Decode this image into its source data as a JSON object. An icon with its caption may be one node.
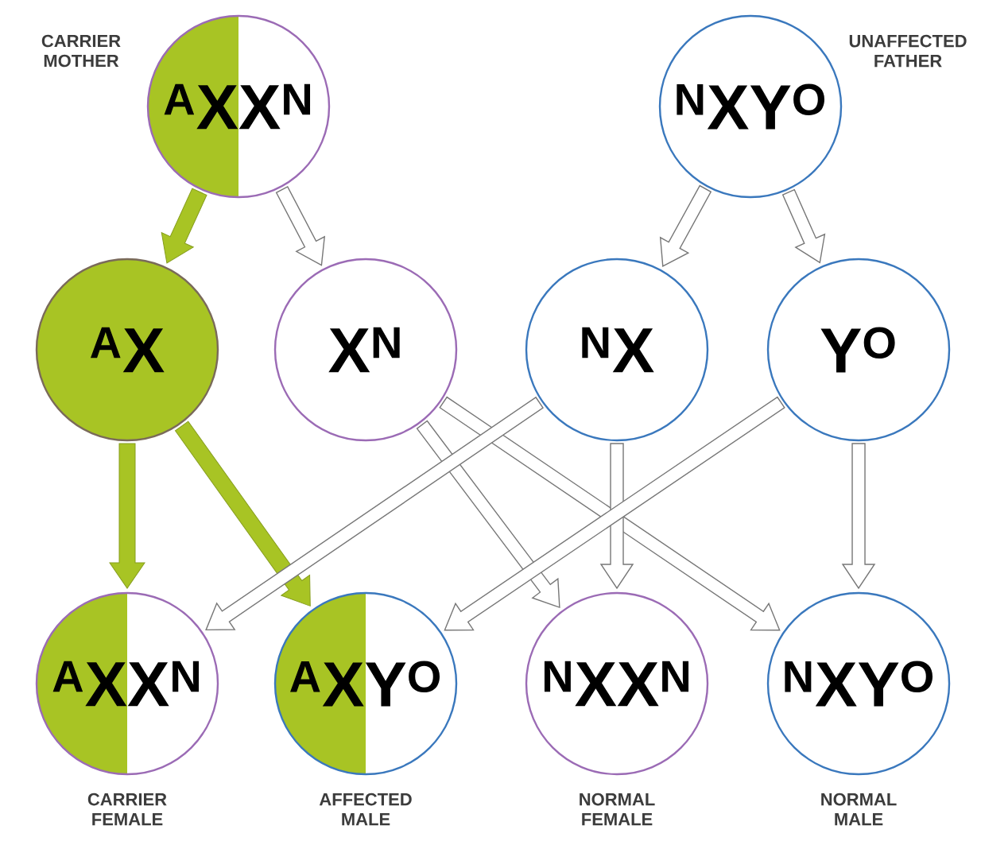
{
  "diagram": {
    "nodes": [
      {
        "text": [
          "$^{A}$XX$^{N}$"
        ],
        "beside": [
          "CARRIER MOTHER"
        ]
      },
      {
        "text": [
          "$^{N}$XY$^{O}$"
        ],
        "beside": [
          "UNAFFECTED FATHER"
        ]
      },
      {
        "text": [
          "$^{A}$X"
        ]
      },
      {
        "text": [
          "X$^{N}$"
        ]
      },
      {
        "text": [
          "$^{N}$X"
        ]
      },
      {
        "text": [
          "Y$^{O}$"
        ]
      },
      {
        "text": [
          "$^{A}$XX$^{N}$"
        ],
        "beside": [
          "CARRIER FEMALE"
        ]
      },
      {
        "text": [
          "$^{A}$XY$^{O}$"
        ],
        "beside": [
          "AFFECTED MALE"
        ]
      },
      {
        "text": [
          "$^{N}$XX$^{N}$"
        ],
        "beside": [
          "NORMAL FEMALE"
        ]
      },
      {
        "text": [
          "$^{N}$XY$^{O}$"
        ],
        "beside": [
          "NORMAL MALE"
        ]
      }
    ],
    "edges": [
      {
        "from": 0,
        "to": 2,
        "arrow": "to",
        "style": "thick",
        "color": "#a8c424"
      },
      {
        "from": 0,
        "to": 3,
        "arrow": "to"
      },
      {
        "from": 1,
        "to": 4,
        "arrow": "to"
      },
      {
        "from": 1,
        "to": 5,
        "arrow": "to"
      },
      {
        "from": 2,
        "to": 6,
        "arrow": "to",
        "style": "thick",
        "color": "#a8c424"
      },
      {
        "from": 2,
        "to": 7,
        "arrow": "to",
        "style": "thick",
        "color": "#a8c424"
      },
      {
        "from": 3,
        "to": 8,
        "arrow": "to"
      },
      {
        "from": 3,
        "to": 9,
        "arrow": "to"
      },
      {
        "from": 4,
        "to": 6,
        "arrow": "to"
      },
      {
        "from": 4,
        "to": 8,
        "arrow": "to"
      },
      {
        "from": 5,
        "to": 7,
        "arrow": "to"
      },
      {
        "from": 5,
        "to": 9,
        "arrow": "to"
      }
    ]
  }
}
